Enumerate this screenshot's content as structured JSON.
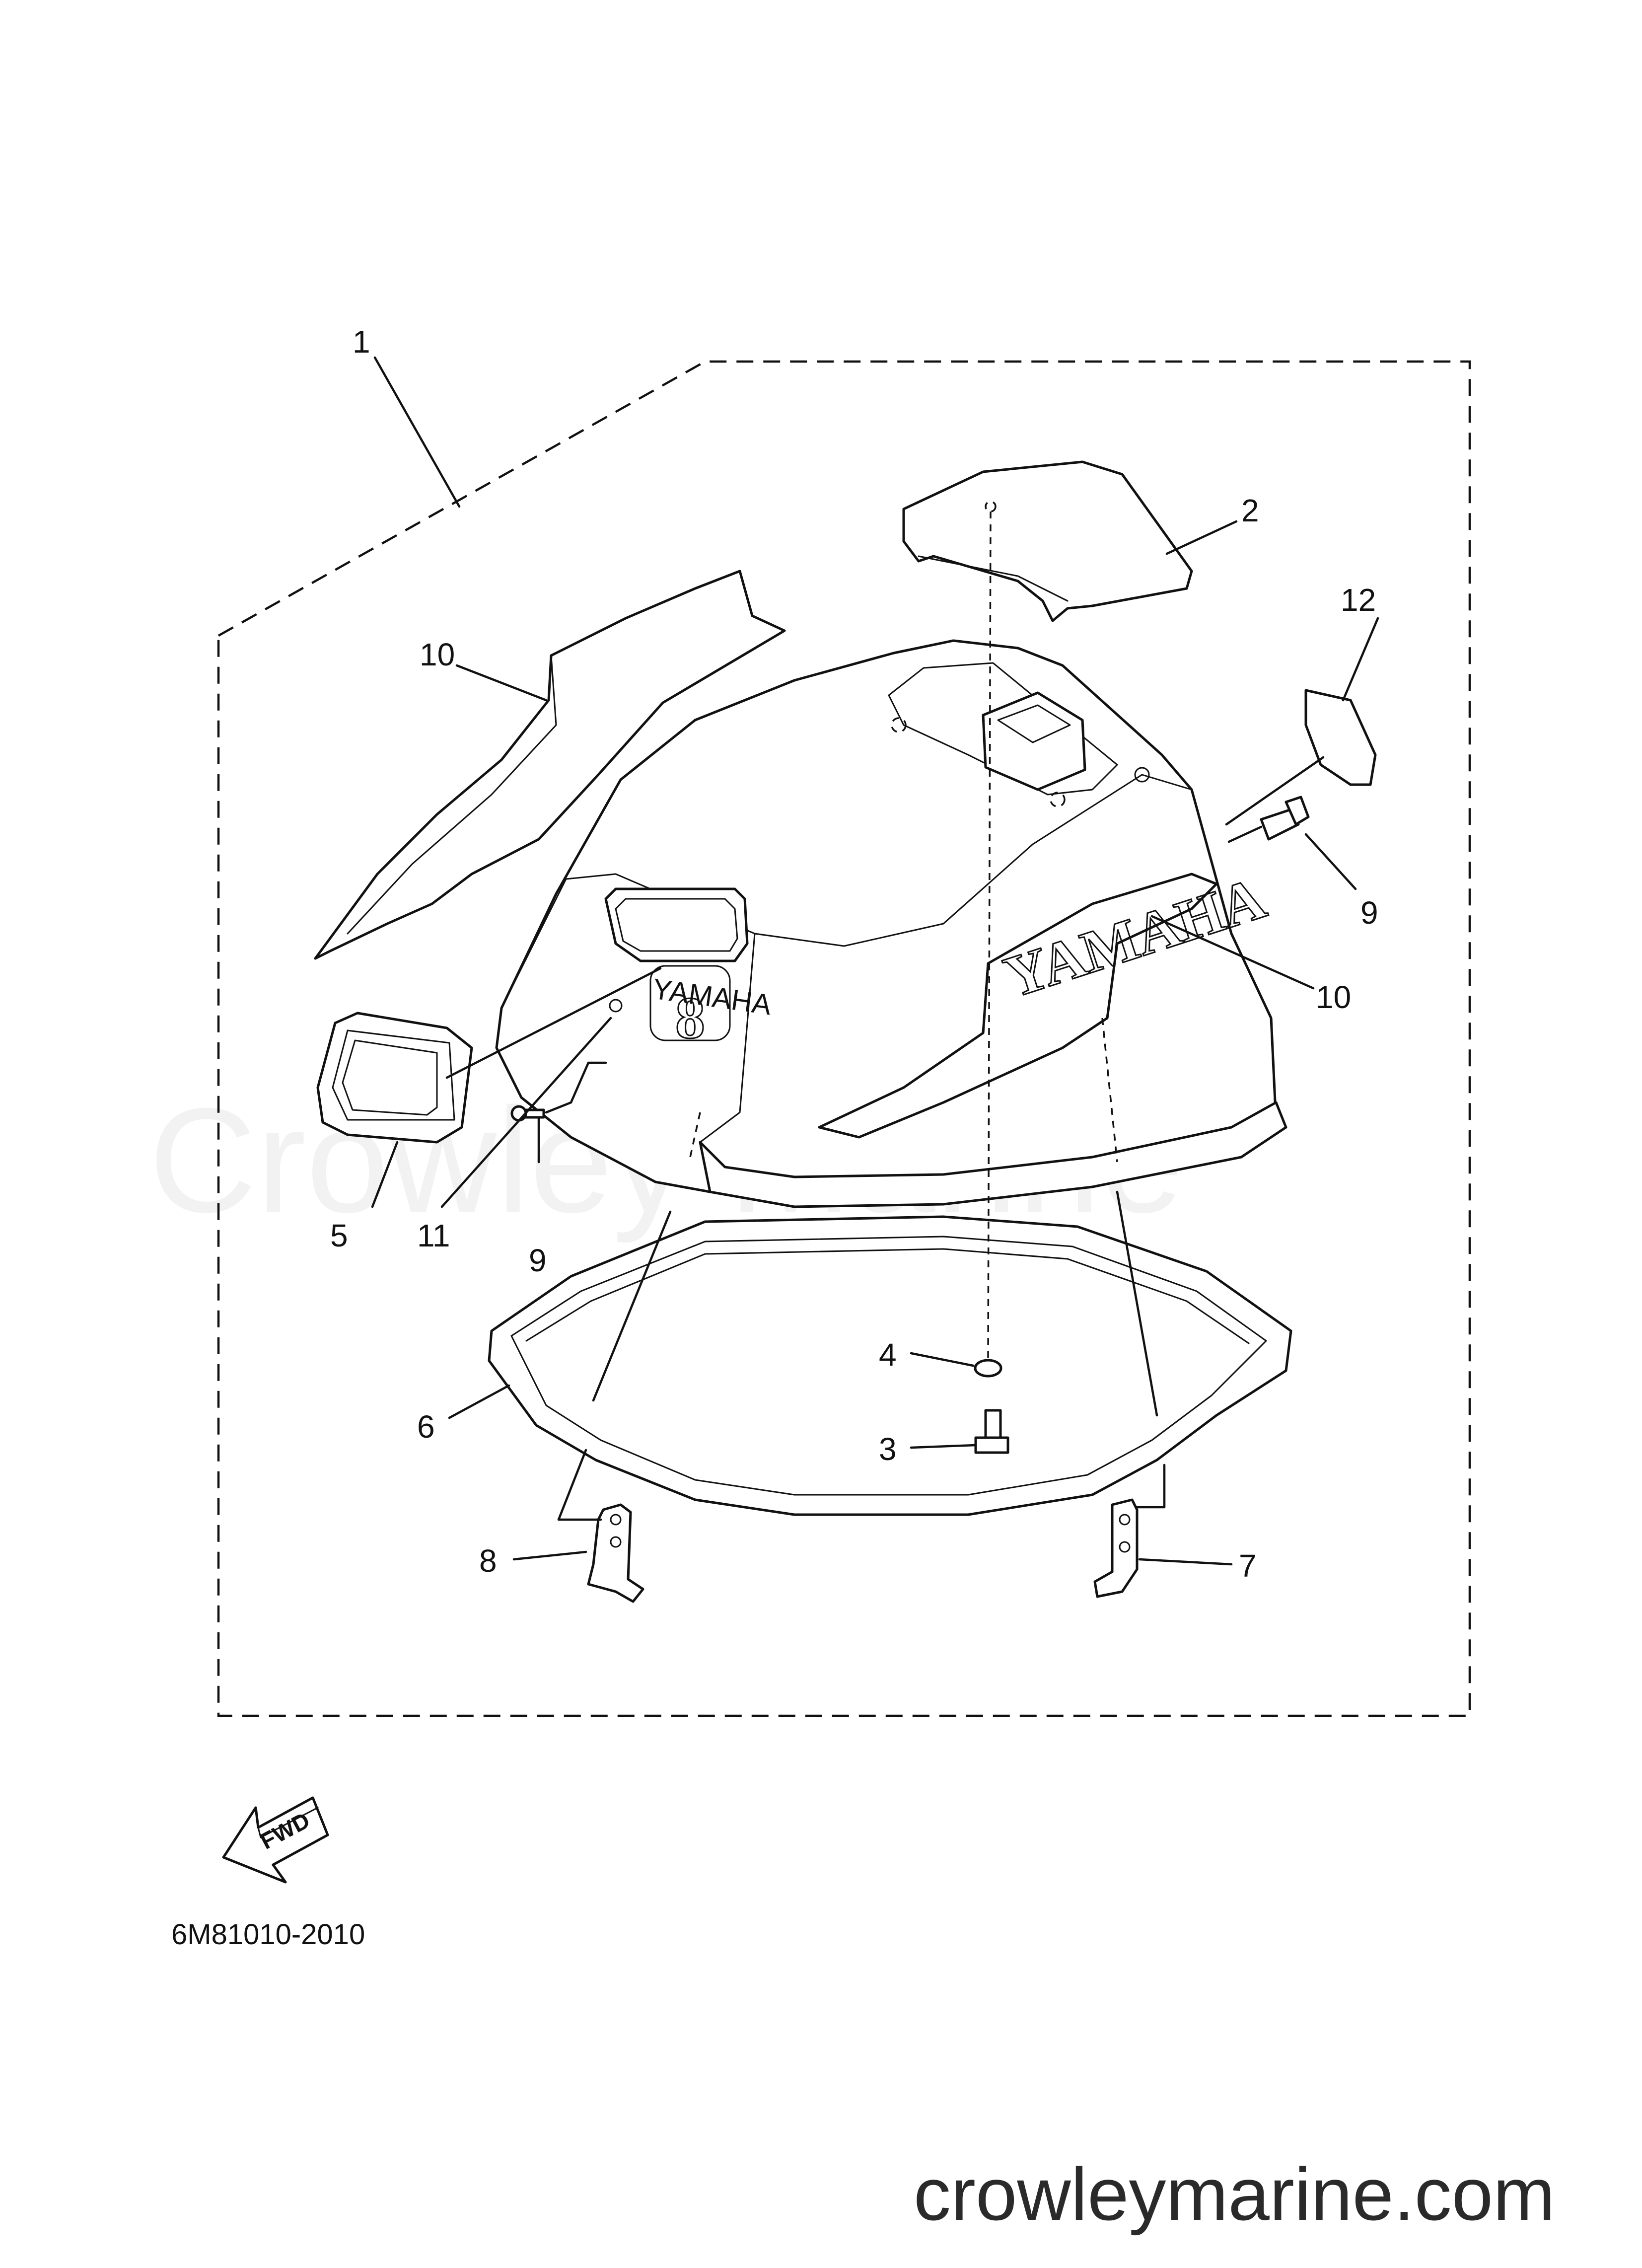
{
  "diagram": {
    "callouts": {
      "c1": "1",
      "c2": "2",
      "c3": "3",
      "c4": "4",
      "c5": "5",
      "c6": "6",
      "c7": "7",
      "c8": "8",
      "c9a": "9",
      "c9b": "9",
      "c10a": "10",
      "c10b": "10",
      "c11": "11",
      "c12": "12"
    },
    "cowl_logo": "YAMAHA",
    "model_badge": "8",
    "badge_brand": "YAMAHA",
    "fwd_label": "FWD",
    "drawing_code": "6M81010-2010"
  },
  "watermark": "Crowley Marine",
  "footer": {
    "website": "crowleymarine.com"
  },
  "icons": [
    "fwd-arrow-icon"
  ]
}
